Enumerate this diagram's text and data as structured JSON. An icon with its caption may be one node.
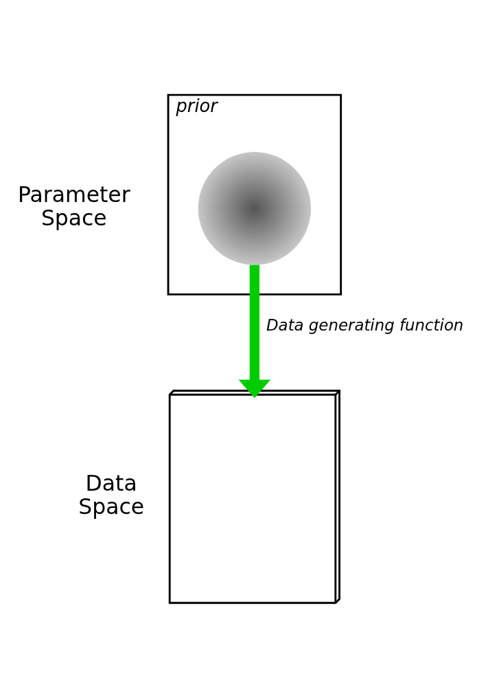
{
  "diagram": {
    "nodes": [
      {
        "text": [
          "prior"
        ],
        "beside": [
          "Parameter Space"
        ]
      },
      {
        "text": [],
        "shape": "circle",
        "in": 0
      },
      {
        "text": [],
        "shape": "cube",
        "beside": [
          "Data Space"
        ]
      }
    ],
    "edges": [
      {
        "from": 1,
        "to": 2,
        "arrow": "to",
        "label": "Data generating function",
        "color": "#00cc00"
      }
    ]
  }
}
